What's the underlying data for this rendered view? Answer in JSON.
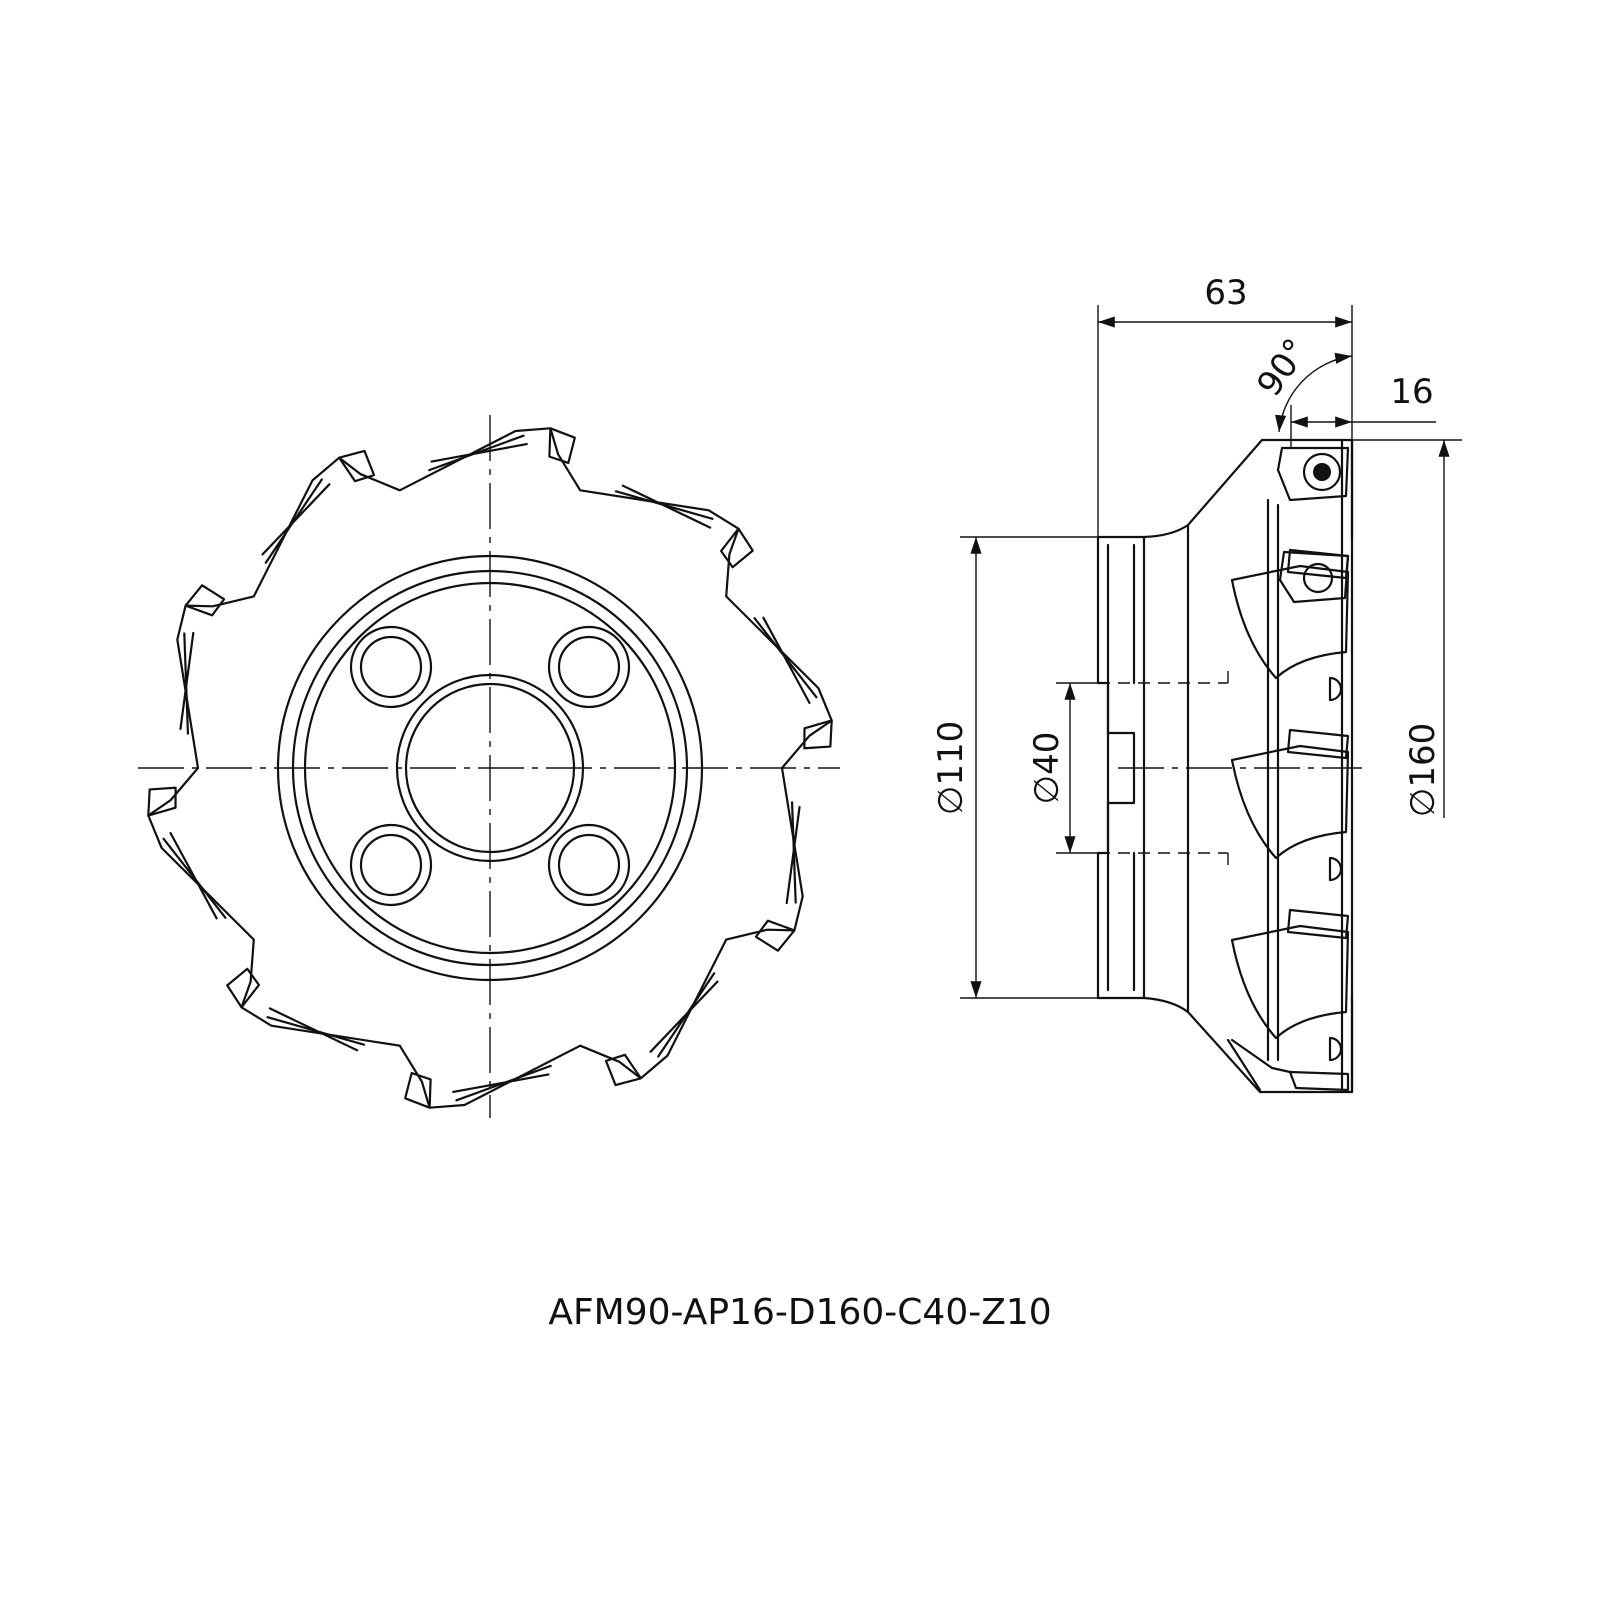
{
  "model_code": "AFM90-AP16-D160-C40-Z10",
  "dimensions": {
    "overall_length": "63",
    "approach_angle": "90°",
    "max_depth": "16",
    "body_diameter": "∅110",
    "bore_diameter": "∅40",
    "cutter_diameter": "∅160"
  },
  "views": {
    "front_view": {
      "tooth_count": 10,
      "mounting_holes": 4
    },
    "side_view": {}
  }
}
